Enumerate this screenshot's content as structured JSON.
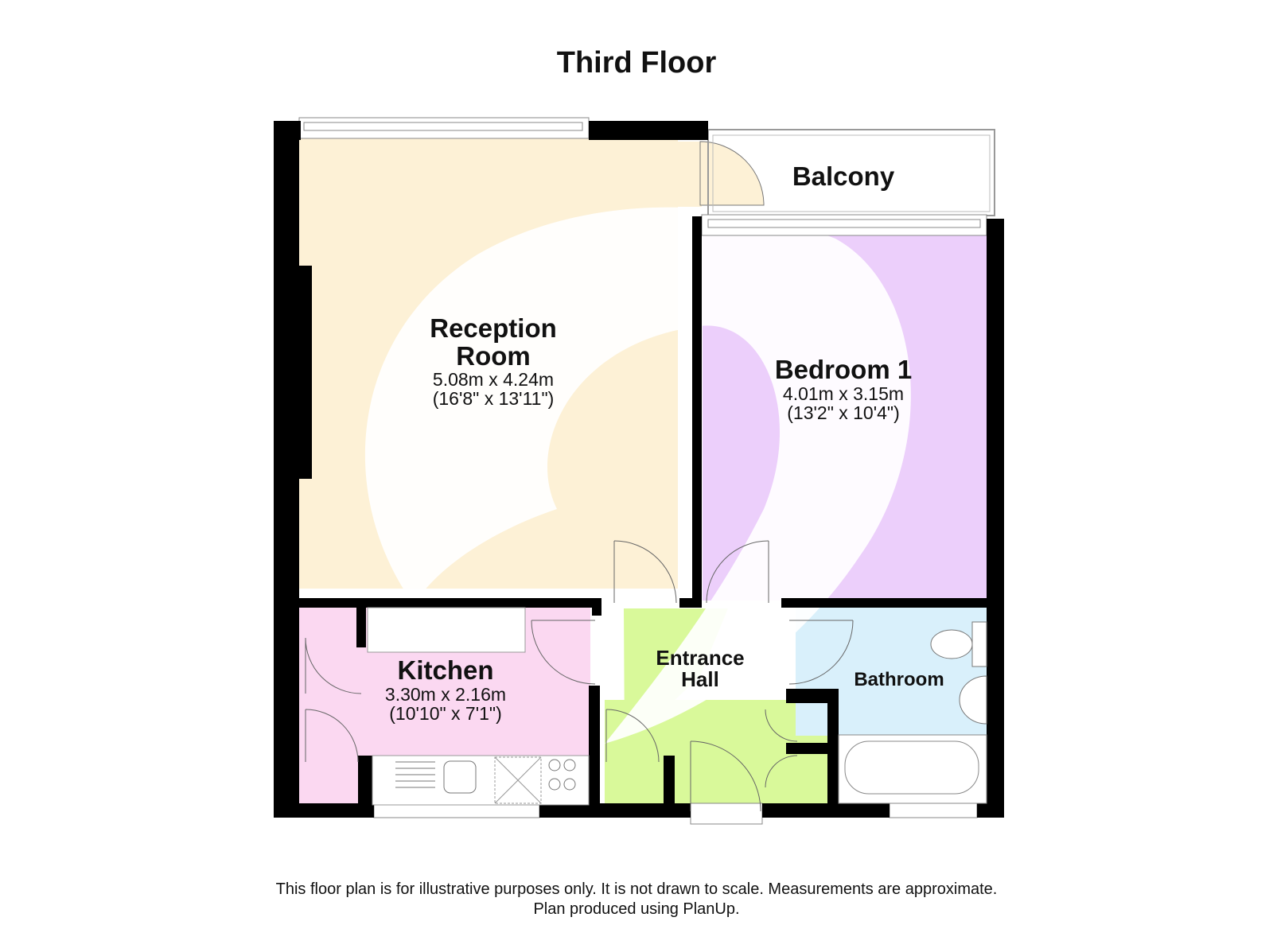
{
  "title": "Third Floor",
  "colors": {
    "reception": "#fdf1d6",
    "bedroom": "#eccffb",
    "kitchen": "#fbd8f1",
    "hall": "#d9f99a",
    "bathroom": "#d9f0fb",
    "wall": "#000000"
  },
  "rooms": {
    "reception": {
      "name_line1": "Reception",
      "name_line2": "Room",
      "metric": "5.08m x 4.24m",
      "imperial": "(16'8\" x 13'11\")"
    },
    "bedroom": {
      "name": "Bedroom 1",
      "metric": "4.01m x 3.15m",
      "imperial": "(13'2\" x 10'4\")"
    },
    "kitchen": {
      "name": "Kitchen",
      "metric": "3.30m x 2.16m",
      "imperial": "(10'10\" x 7'1\")"
    },
    "hall": {
      "name_line1": "Entrance",
      "name_line2": "Hall"
    },
    "bathroom": {
      "name": "Bathroom"
    },
    "balcony": {
      "name": "Balcony"
    }
  },
  "footer": {
    "line1": "This floor plan is for illustrative purposes only. It is not drawn to scale. Measurements are approximate.",
    "line2": "Plan produced using PlanUp."
  }
}
